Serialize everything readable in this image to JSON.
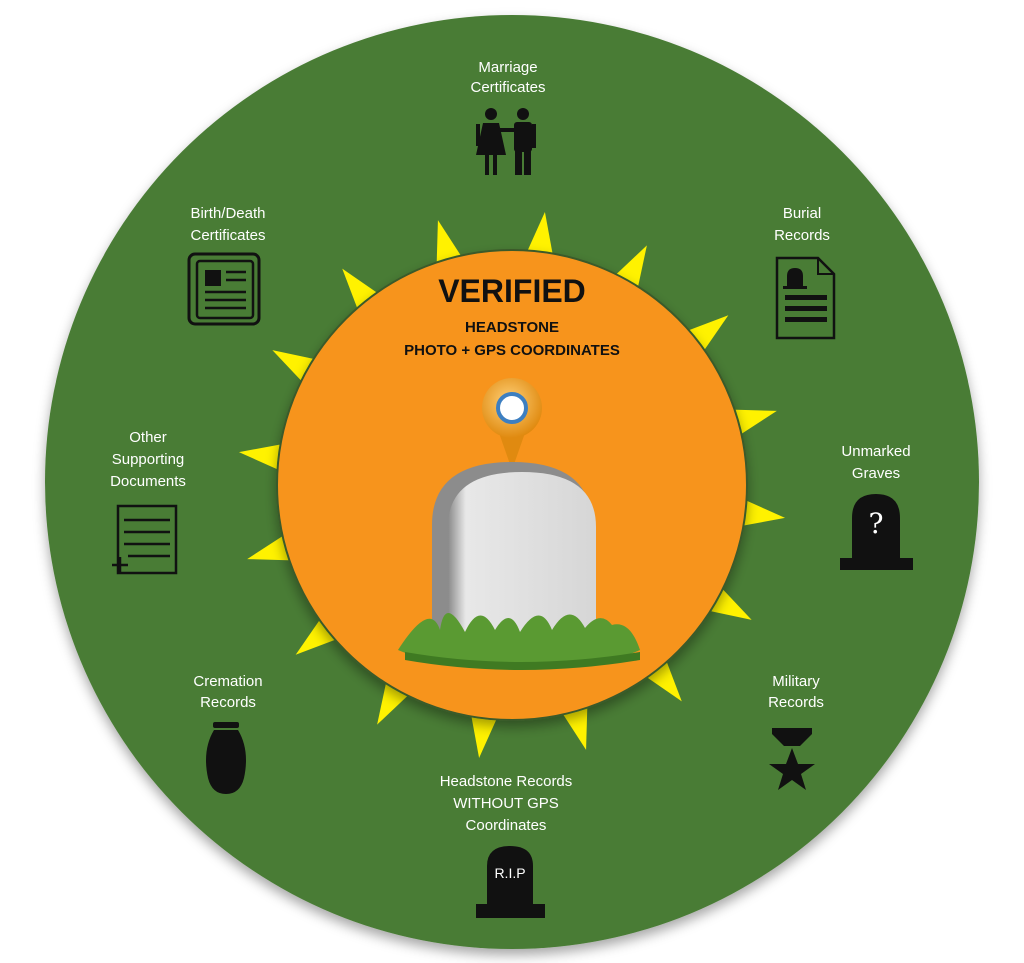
{
  "center": {
    "title": "VERIFIED",
    "line1": "HEADSTONE",
    "line2": "PHOTO + GPS COORDINATES"
  },
  "items": {
    "marriage": {
      "line1": "Marriage",
      "line2": "Certificates",
      "icon": "couple-icon"
    },
    "burial": {
      "line1": "Burial",
      "line2": "Records",
      "icon": "burial-document-icon"
    },
    "unmarked": {
      "line1": "Unmarked",
      "line2": "Graves",
      "icon": "question-headstone-icon"
    },
    "military": {
      "line1": "Military",
      "line2": "Records",
      "icon": "military-medal-icon"
    },
    "headstone": {
      "line1": "Headstone Records",
      "line2": "WITHOUT GPS",
      "line3": "Coordinates",
      "icon": "rip-headstone-icon",
      "icon_text": "R.I.P"
    },
    "cremation": {
      "line1": "Cremation",
      "line2": "Records",
      "icon": "urn-icon"
    },
    "other": {
      "line1": "Other",
      "line2": "Supporting",
      "line3": "Documents",
      "icon": "add-document-icon"
    },
    "birth": {
      "line1": "Birth/Death",
      "line2": "Certificates",
      "icon": "newspaper-icon"
    }
  },
  "colors": {
    "outer": "#4a7c36",
    "inner": "#f7941d",
    "rays": "#fff200",
    "grass": "#5a9a32",
    "stone": "#dcdcdc"
  }
}
